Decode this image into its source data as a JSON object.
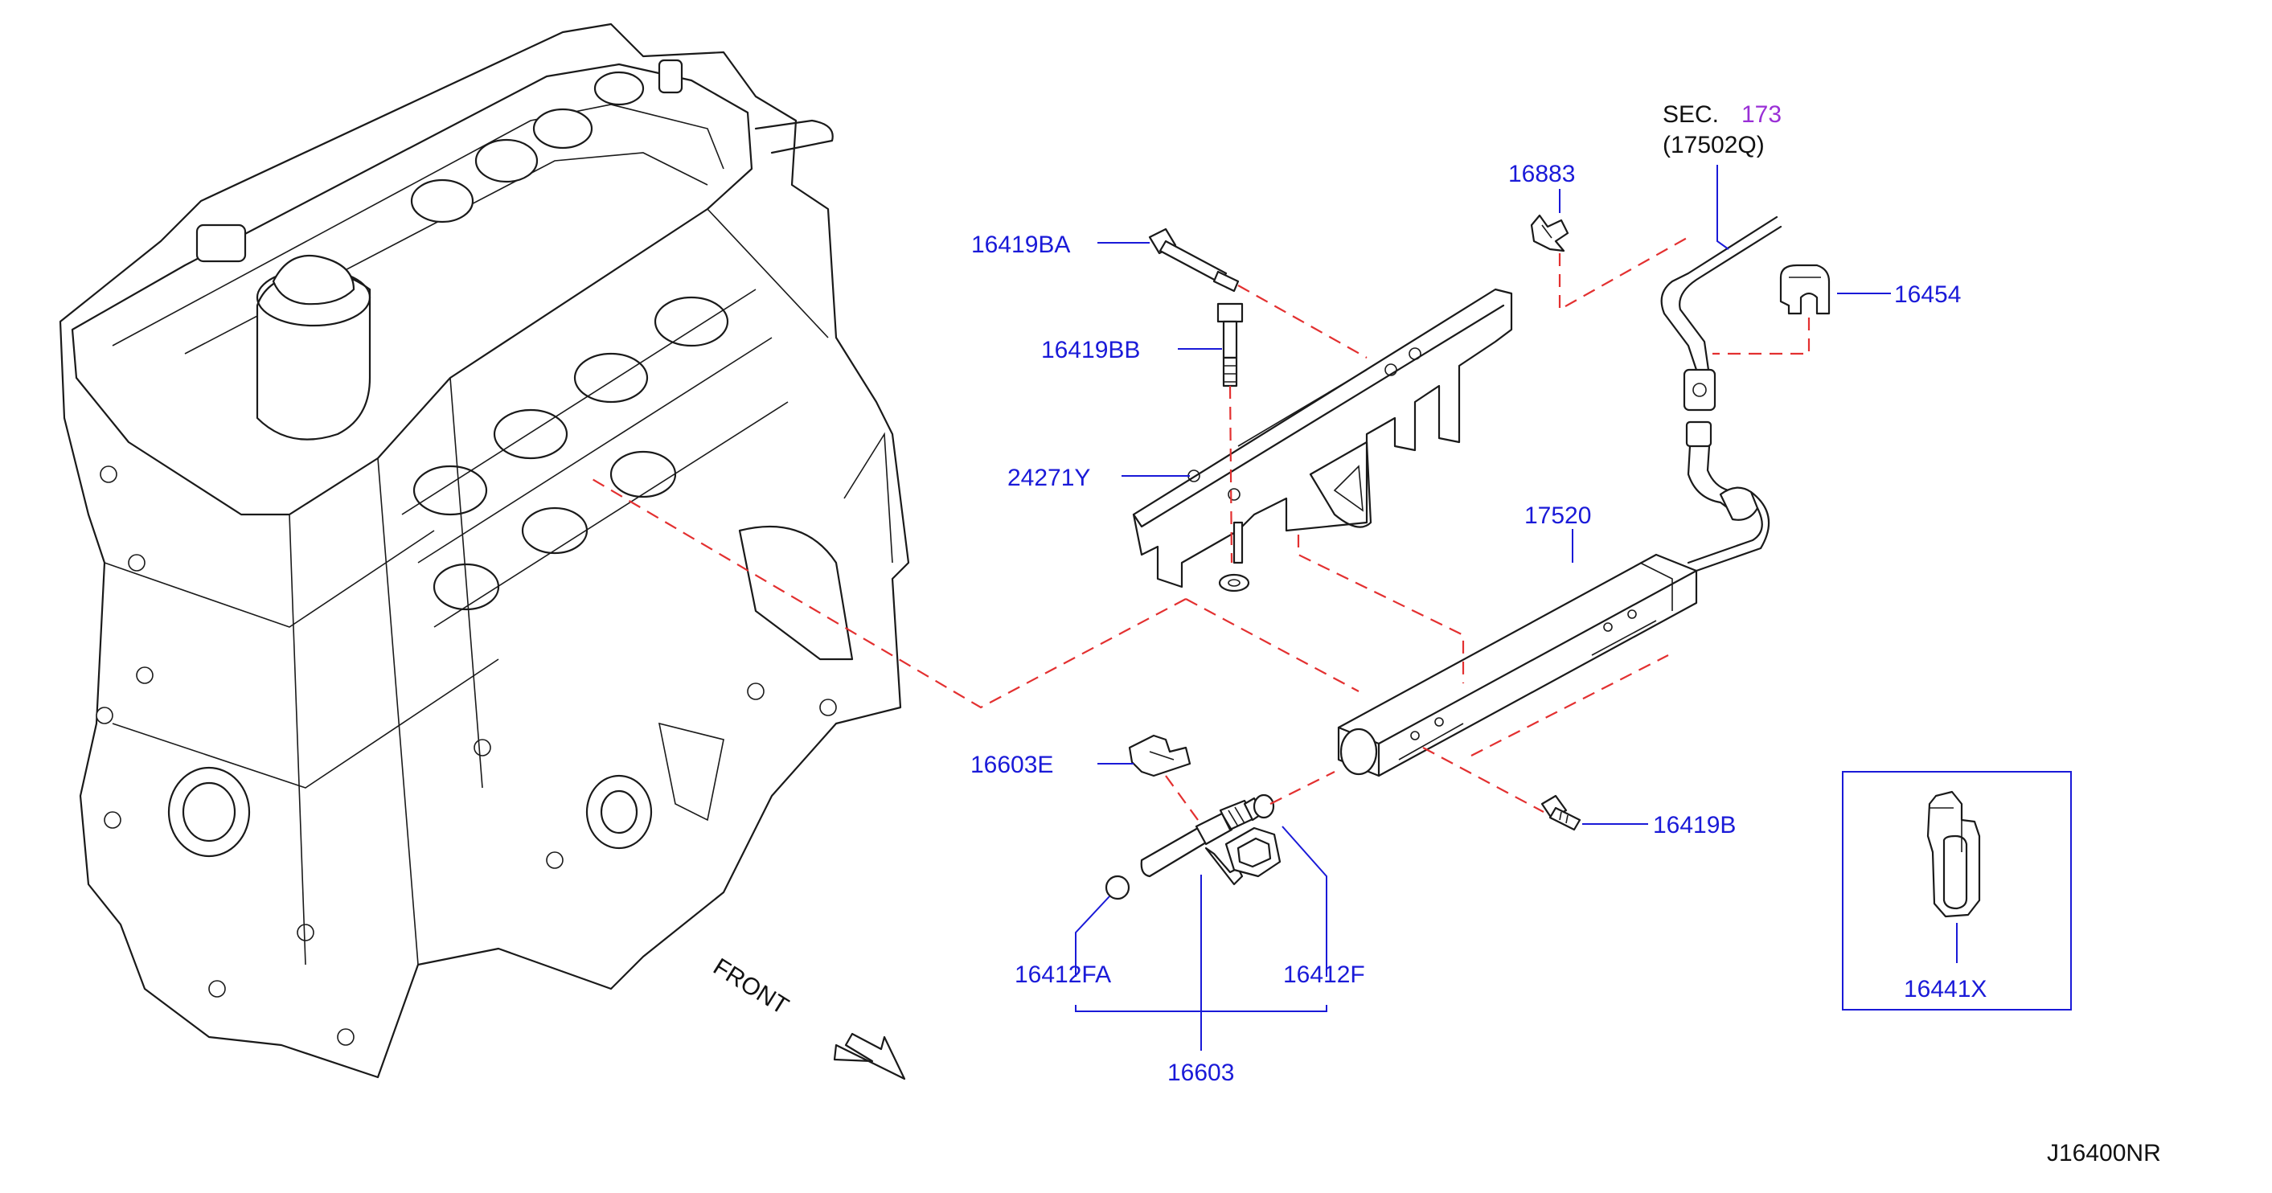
{
  "diagram": {
    "code": "J16400NR",
    "section": {
      "prefix": "SEC.",
      "number": "173",
      "ref": "(17502Q)"
    },
    "front_label": "FRONT",
    "parts": {
      "p16883": "16883",
      "p16419BA": "16419BA",
      "p16454": "16454",
      "p16419BB": "16419BB",
      "p24271Y": "24271Y",
      "p17520": "17520",
      "p16603E": "16603E",
      "p16419B": "16419B",
      "p16441X": "16441X",
      "p16412FA": "16412FA",
      "p16412F": "16412F",
      "p16603": "16603"
    },
    "colors": {
      "label": "#1a1ad8",
      "dash": "#e33030",
      "section_number": "#9a2fd6",
      "ink": "#1a1a1a"
    }
  }
}
